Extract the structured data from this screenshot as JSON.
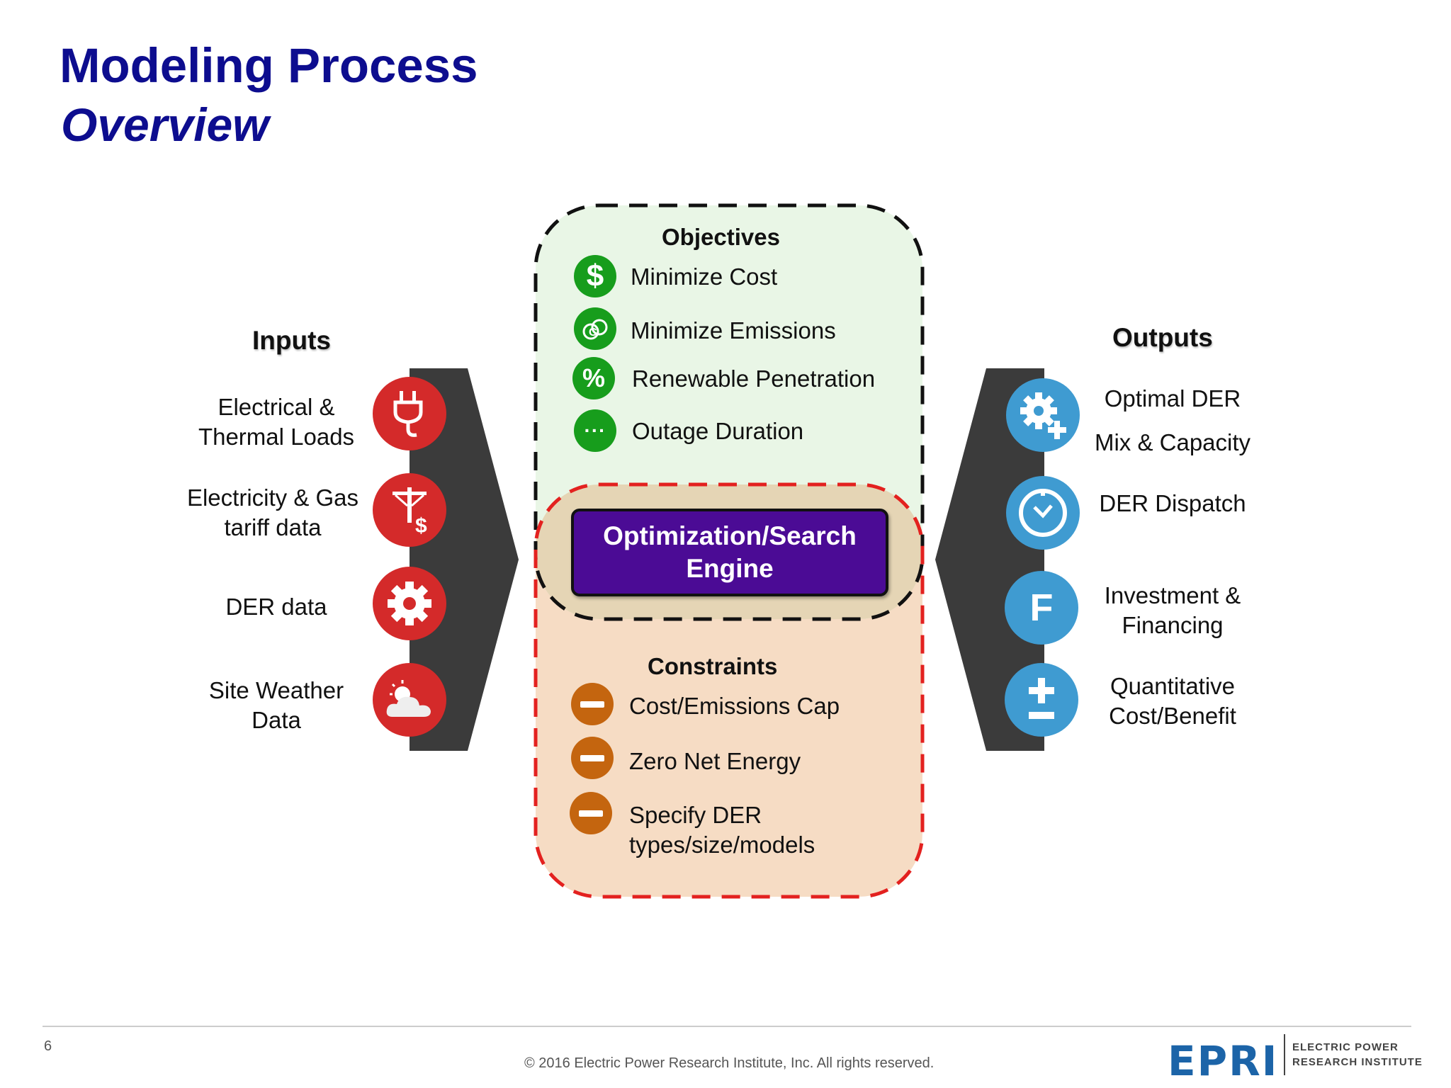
{
  "header": {
    "title": "Modeling Process",
    "subtitle": "Overview"
  },
  "inputs": {
    "heading": "Inputs",
    "items": [
      {
        "label_line1": "Electrical &",
        "label_line2": "Thermal Loads",
        "icon": "plug-icon"
      },
      {
        "label_line1": "Electricity & Gas",
        "label_line2": "tariff data",
        "icon": "utility-pole-dollar-icon"
      },
      {
        "label_line1": "DER data",
        "label_line2": "",
        "icon": "gear-icon"
      },
      {
        "label_line1": "Site Weather",
        "label_line2": "Data",
        "icon": "weather-cloud-sun-icon"
      }
    ]
  },
  "objectives": {
    "heading": "Objectives",
    "items": [
      {
        "label": "Minimize Cost",
        "icon": "dollar-icon",
        "glyph": "$"
      },
      {
        "label": "Minimize Emissions",
        "icon": "emissions-icon",
        "glyph": ""
      },
      {
        "label": "Renewable Penetration",
        "icon": "percent-icon",
        "glyph": "%"
      },
      {
        "label": "Outage Duration",
        "icon": "ellipsis-icon",
        "glyph": "···"
      }
    ]
  },
  "engine": {
    "line1": "Optimization/Search",
    "line2": "Engine"
  },
  "constraints": {
    "heading": "Constraints",
    "items": [
      {
        "label_line1": "Cost/Emissions Cap",
        "label_line2": "",
        "icon": "minus-icon"
      },
      {
        "label_line1": "Zero Net Energy",
        "label_line2": "",
        "icon": "minus-icon"
      },
      {
        "label_line1": "Specify DER",
        "label_line2": "types/size/models",
        "icon": "minus-icon"
      }
    ]
  },
  "outputs": {
    "heading": "Outputs",
    "items": [
      {
        "label_line1": "Optimal DER",
        "label_line2": "Mix & Capacity",
        "icon": "gear-plus-icon"
      },
      {
        "label_line1": "DER Dispatch",
        "label_line2": "",
        "icon": "clock-icon"
      },
      {
        "label_line1": "Investment &",
        "label_line2": "Financing",
        "icon": "finance-f-icon",
        "glyph": "F"
      },
      {
        "label_line1": "Quantitative",
        "label_line2": "Cost/Benefit",
        "icon": "plus-minus-icon"
      }
    ]
  },
  "footer": {
    "page_number": "6",
    "copyright": "© 2016 Electric Power Research Institute, Inc. All rights reserved.",
    "logo_word": "EPRI",
    "logo_full_line1": "ELECTRIC POWER",
    "logo_full_line2": "RESEARCH INSTITUTE"
  },
  "colors": {
    "title": "#0d0d8f",
    "inputs_icon": "#d42a2a",
    "outputs_icon": "#3f9bd1",
    "objectives_icon": "#179d1c",
    "constraints_icon": "#c4650f",
    "engine_fill": "#4b0b95",
    "objectives_bg": "#e9f6e6",
    "constraints_bg": "#f6dcc4",
    "overlap_bg": "#e5d5b5"
  }
}
